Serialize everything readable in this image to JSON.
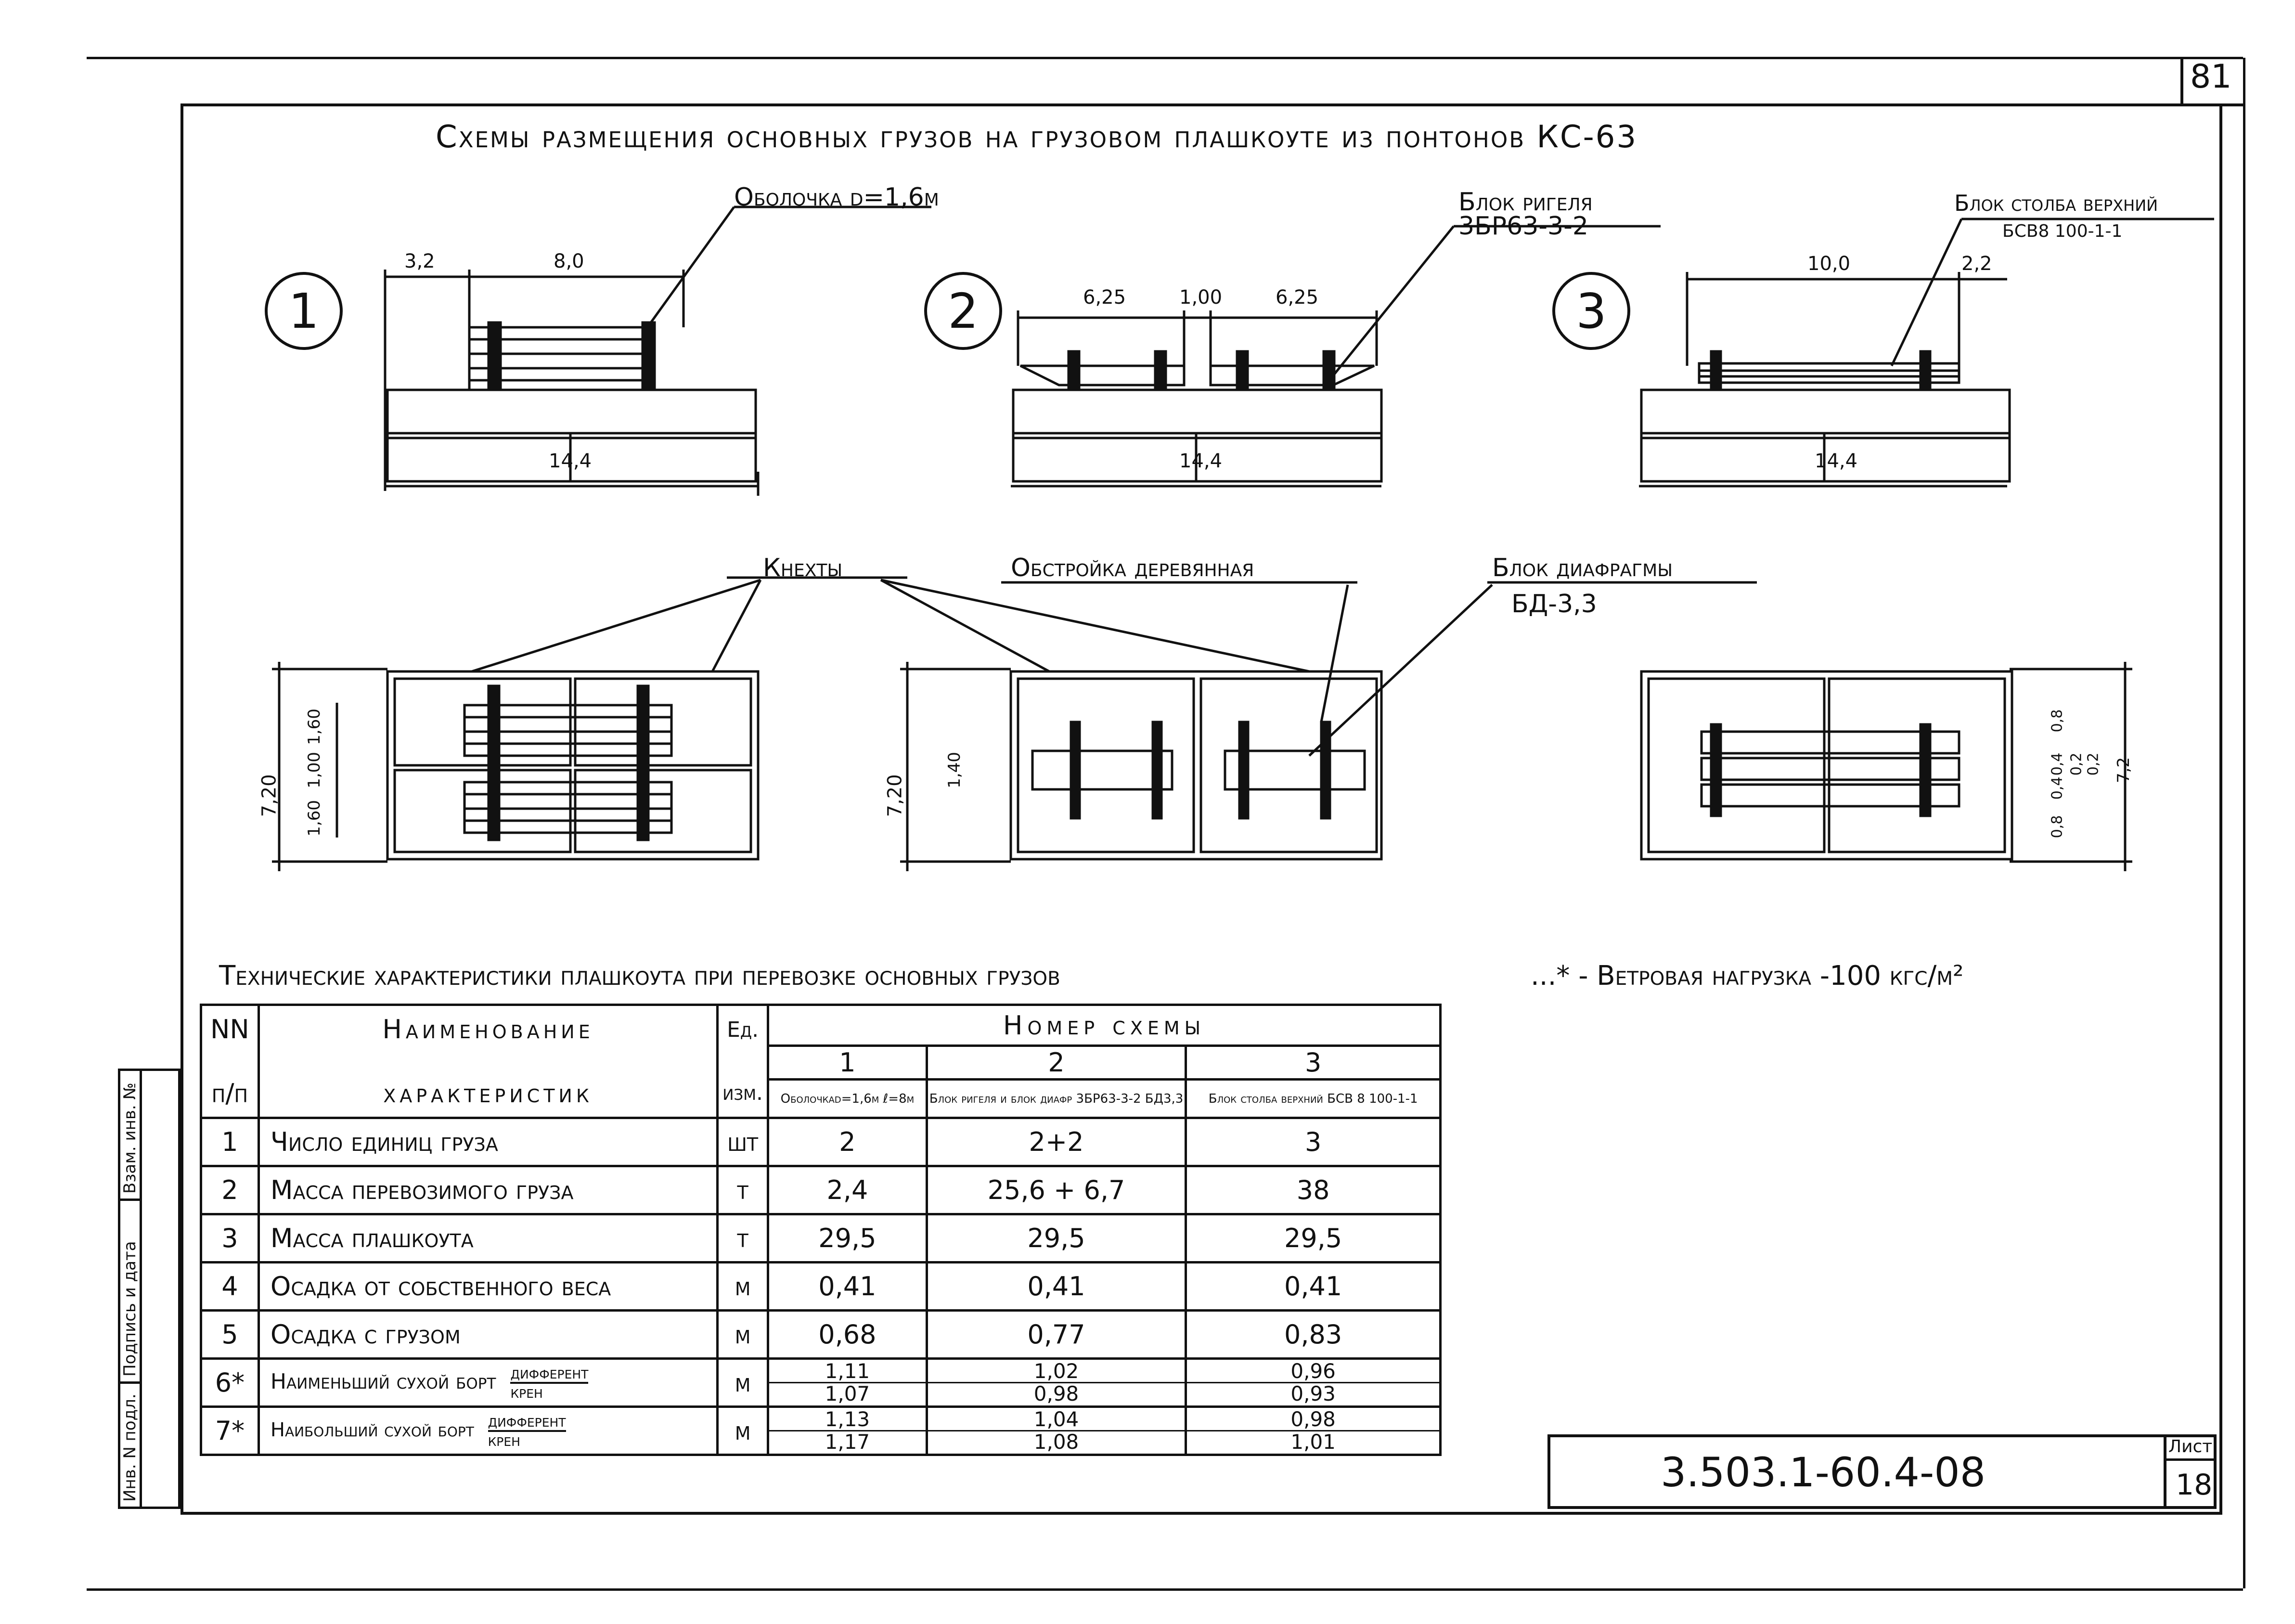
{
  "page_number": "81",
  "title": "Схемы размещения основных грузов на грузовом плашкоуте из понтонов КС-63",
  "schemes": [
    {
      "number": "1",
      "cargo_label": "Оболочка d=1,6м",
      "dims": [
        "3,2",
        "8,0"
      ],
      "total": "14,4",
      "plan_width": "7,20",
      "plan_dims": [
        "1,60",
        "1,00",
        "1,60"
      ]
    },
    {
      "number": "2",
      "cargo_label": "Блок ригеля",
      "cargo_code": "3БР63-3-2",
      "dims": [
        "6,25",
        "1,00",
        "6,25"
      ],
      "total": "14,4",
      "plan_width": "7,20",
      "plan_dims": [
        "1,40"
      ]
    },
    {
      "number": "3",
      "cargo_label": "Блок столба верхний",
      "cargo_code": "БСВ8 100-1-1",
      "dims": [
        "10,0",
        "2,2"
      ],
      "total": "14,4",
      "plan_width": "7,2",
      "plan_dims": [
        "0,8",
        "0,4",
        "0,2",
        "0,2",
        "0,4",
        "0,8"
      ]
    }
  ],
  "callouts": {
    "knekhty": "Кнехты",
    "obstroyka": "Обстройка деревянная",
    "diaphragm": "Блок диафрагмы",
    "diaphragm_code": "БД-3,3"
  },
  "table_title": "Технические характеристики плашкоута при перевозке основных грузов",
  "wind_note": "...* - Ветровая нагрузка -100 кгс/м²",
  "table": {
    "hdr_nn": "NN",
    "hdr_pp": "п/п",
    "hdr_name1": "Наименование",
    "hdr_name2": "характеристик",
    "hdr_unit1": "Ед.",
    "hdr_unit2": "изм.",
    "hdr_scheme": "Номер схемы",
    "col_numbers": [
      "1",
      "2",
      "3"
    ],
    "col_desc": [
      "Оболочкаd=1,6м ℓ=8м",
      "Блок ригеля и блок диафр 3БР63-3-2 БД3,3",
      "Блок столба верхний БСВ 8 100-1-1"
    ],
    "rows": [
      {
        "n": "1",
        "name": "Число единиц груза",
        "unit": "шт",
        "v": [
          "2",
          "2+2",
          "3"
        ]
      },
      {
        "n": "2",
        "name": "Масса перевозимого груза",
        "unit": "т",
        "v": [
          "2,4",
          "25,6 + 6,7",
          "38"
        ]
      },
      {
        "n": "3",
        "name": "Масса плашкоута",
        "unit": "т",
        "v": [
          "29,5",
          "29,5",
          "29,5"
        ]
      },
      {
        "n": "4",
        "name": "Осадка от собственного веса",
        "unit": "м",
        "v": [
          "0,41",
          "0,41",
          "0,41"
        ]
      },
      {
        "n": "5",
        "name": "Осадка с грузом",
        "unit": "м",
        "v": [
          "0,68",
          "0,77",
          "0,83"
        ]
      }
    ],
    "row6": {
      "n": "6*",
      "name": "Наименьший сухой борт",
      "frac_top": "дифферент",
      "frac_bot": "крен",
      "unit": "м",
      "top": [
        "1,11",
        "1,02",
        "0,96"
      ],
      "bot": [
        "1,07",
        "0,98",
        "0,93"
      ]
    },
    "row7": {
      "n": "7*",
      "name": "Наибольший сухой борт",
      "frac_top": "дифферент",
      "frac_bot": "крен",
      "unit": "м",
      "top": [
        "1,13",
        "1,04",
        "0,98"
      ],
      "bot": [
        "1,17",
        "1,08",
        "1,01"
      ]
    }
  },
  "stamp": {
    "doc_code": "3.503.1-60.4-08",
    "sheet_label": "Лист",
    "sheet_number": "18"
  },
  "side_labels": [
    "Инв. N подл.",
    "Подпись и дата",
    "Взам. инв. №"
  ]
}
